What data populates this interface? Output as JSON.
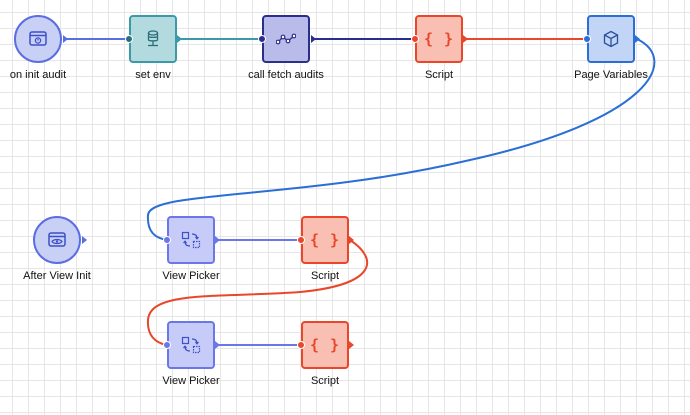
{
  "nodes": {
    "on_init_audit": "on init audit",
    "set_env": "set env",
    "call_fetch_audits": "call fetch audits",
    "script_1": "Script",
    "page_variables": "Page Variables",
    "after_view_init": "After View Init",
    "view_picker_1": "View Picker",
    "script_2": "Script",
    "view_picker_2": "View Picker",
    "script_3": "Script"
  },
  "icons": {
    "on_init_audit": "timer-screen-icon",
    "set_env": "database-server-icon",
    "call_fetch_audits": "api-graph-icon",
    "script": "curly-braces-icon",
    "page_variables": "cube-icon",
    "after_view_init": "view-eye-icon",
    "view_picker": "swap-view-icon"
  },
  "colors": {
    "event": "#5b6ee1",
    "set_env": "#3a9aa8",
    "api": "#2a2f8c",
    "script": "#e8472b",
    "page_variables": "#2b6fd6",
    "view_picker": "#6b76e8"
  }
}
